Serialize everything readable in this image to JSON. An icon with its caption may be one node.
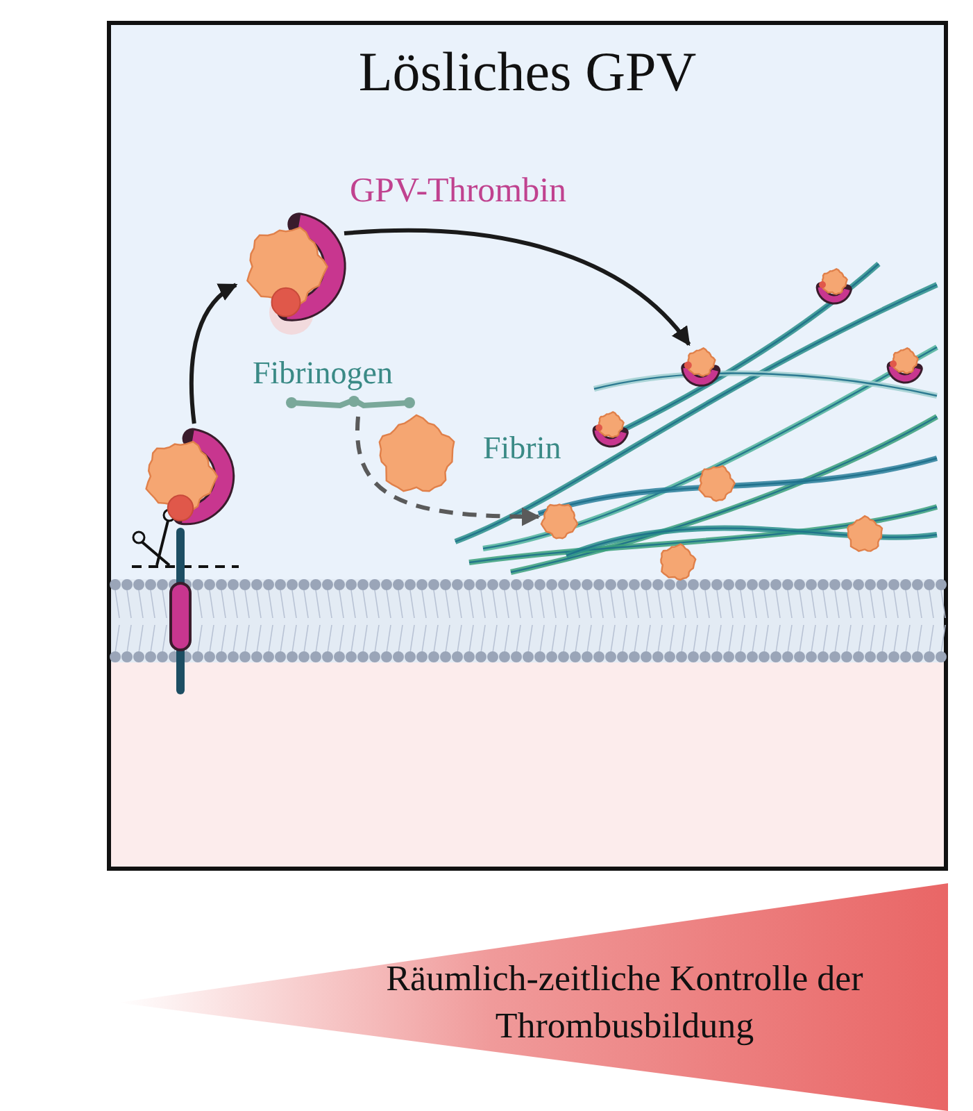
{
  "diagram": {
    "nodes": [
      {
        "text": [
          "Lösliches GPV"
        ]
      },
      {
        "text": [],
        "shape": "picture",
        "in": 0
      },
      {
        "text": [],
        "shape": "picture",
        "in": 0
      },
      {
        "text": [
          "Fibrinogen"
        ],
        "in": 0
      },
      {
        "text": [
          "Fibrin"
        ],
        "in": 0
      },
      {
        "text": [],
        "shape": "picture",
        "in": 4
      },
      {
        "text": [],
        "shape": "picture",
        "in": 4
      },
      {
        "text": [],
        "shape": "picture",
        "in": 4
      },
      {
        "text": [],
        "shape": "picture",
        "in": 4
      },
      {
        "text": [
          "Räumlich-zeitliche Kontrolle der Thrombusbildung"
        ]
      }
    ],
    "edges": [
      {
        "from": 1,
        "to": 2,
        "arrow": "to"
      },
      {
        "from": 2,
        "to": 6,
        "arrow": "to",
        "label": "GPV-Thrombin"
      },
      {
        "from": 3,
        "to": 4,
        "arrow": "to",
        "style": "dashed",
        "color": "#5a5a5a"
      }
    ]
  }
}
